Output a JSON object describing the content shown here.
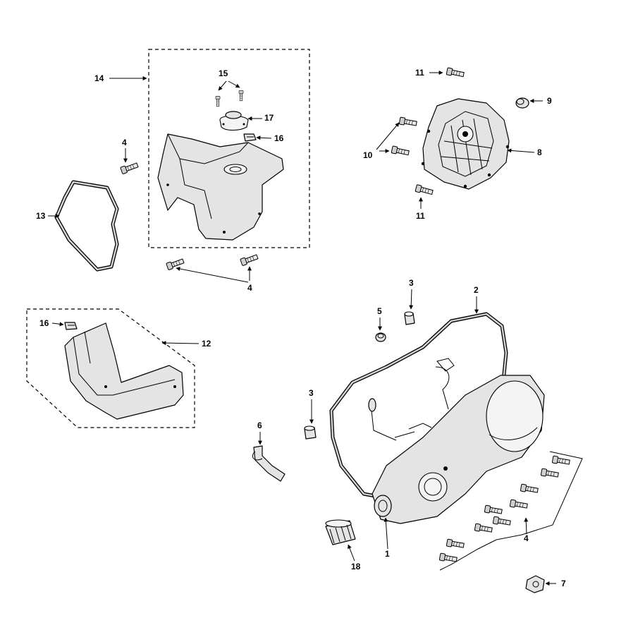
{
  "callouts": {
    "c1": "1",
    "c2": "2",
    "c3a": "3",
    "c3b": "3",
    "c4a": "4",
    "c4b": "4",
    "c4c": "4",
    "c5": "5",
    "c6": "6",
    "c7": "7",
    "c8": "8",
    "c9": "9",
    "c10": "10",
    "c11a": "11",
    "c11b": "11",
    "c12": "12",
    "c13": "13",
    "c14": "14",
    "c15": "15",
    "c16a": "16",
    "c16b": "16",
    "c17": "17",
    "c18": "18"
  }
}
